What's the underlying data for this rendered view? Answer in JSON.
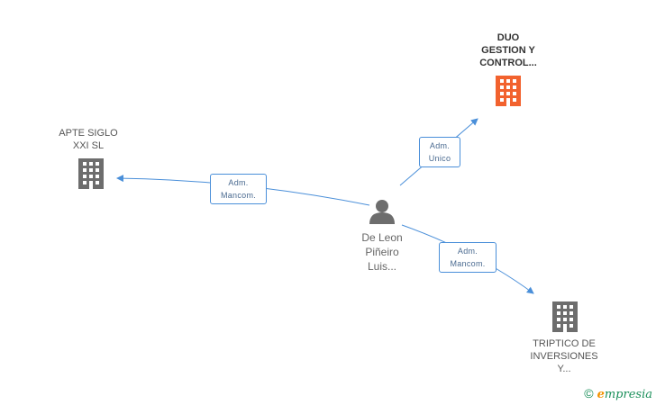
{
  "nodes": {
    "duo": {
      "label": "DUO\nGESTION Y\nCONTROL...",
      "icon": "building-icon",
      "color": "#f2622e"
    },
    "apte": {
      "label": "APTE SIGLO\nXXI SL",
      "icon": "building-icon",
      "color": "#6d6d6d"
    },
    "person": {
      "label": "De Leon\nPiñeiro\nLuis...",
      "icon": "person-icon",
      "color": "#6d6d6d"
    },
    "triptico": {
      "label": "TRIPTICO DE\nINVERSIONES\nY...",
      "icon": "building-icon",
      "color": "#6d6d6d"
    }
  },
  "edges": {
    "to_duo": {
      "label": "Adm.\nUnico"
    },
    "to_apte": {
      "label": "Adm.\nMancom."
    },
    "to_triptico": {
      "label": "Adm.\nMancom."
    }
  },
  "footer": {
    "copyright": "©",
    "brand_e": "e",
    "brand_rest": "mpresia"
  },
  "colors": {
    "edge": "#4a8fd9",
    "accent": "#f2622e",
    "node": "#6d6d6d"
  }
}
